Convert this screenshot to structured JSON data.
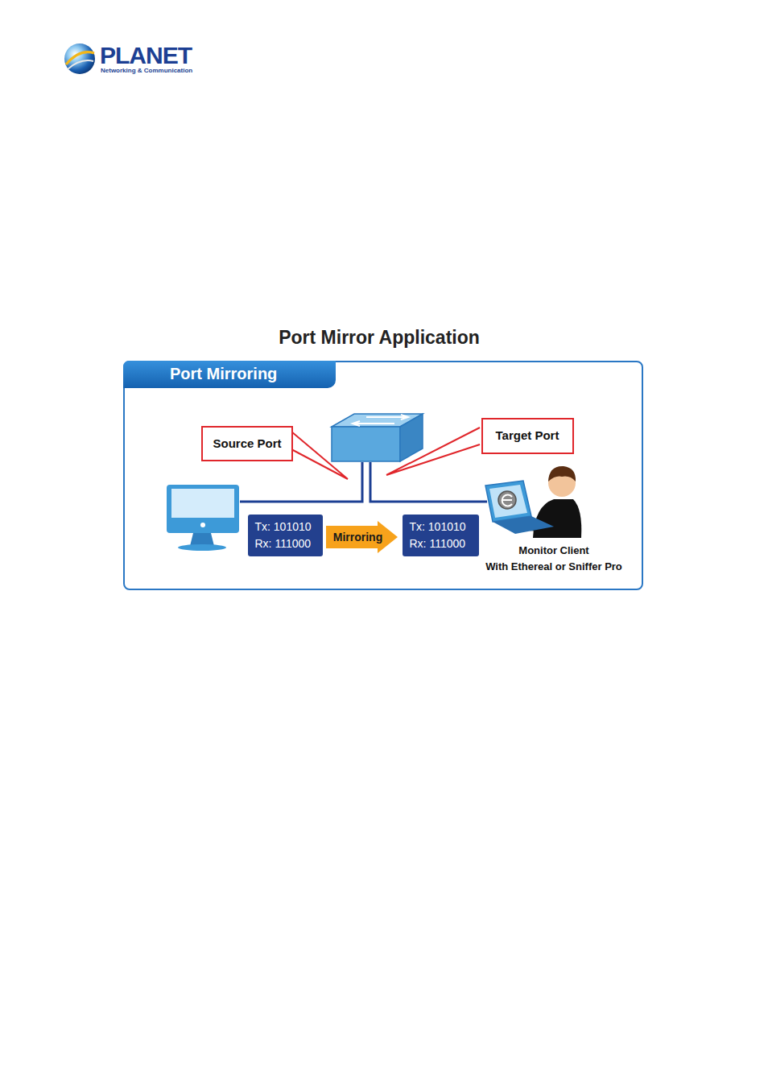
{
  "diagram": {
    "title": "Port Mirror Application",
    "nodes": [
      {
        "text": [
          "Port Mirroring"
        ]
      },
      {
        "text": [
          "Source Port"
        ],
        "in": 0
      },
      {
        "text": [
          "Target Port"
        ],
        "in": 0
      },
      {
        "text": [
          "Tx: 101010",
          "Rx: 111000"
        ],
        "in": 0
      },
      {
        "text": [
          "Mirroring"
        ],
        "in": 0
      },
      {
        "text": [
          "Tx: 101010",
          "Rx: 111000"
        ],
        "in": 0
      }
    ],
    "labels": [
      "PLANET",
      "Networking & Communication",
      "Monitor Client",
      "With Ethereal or Sniffer Pro"
    ]
  }
}
